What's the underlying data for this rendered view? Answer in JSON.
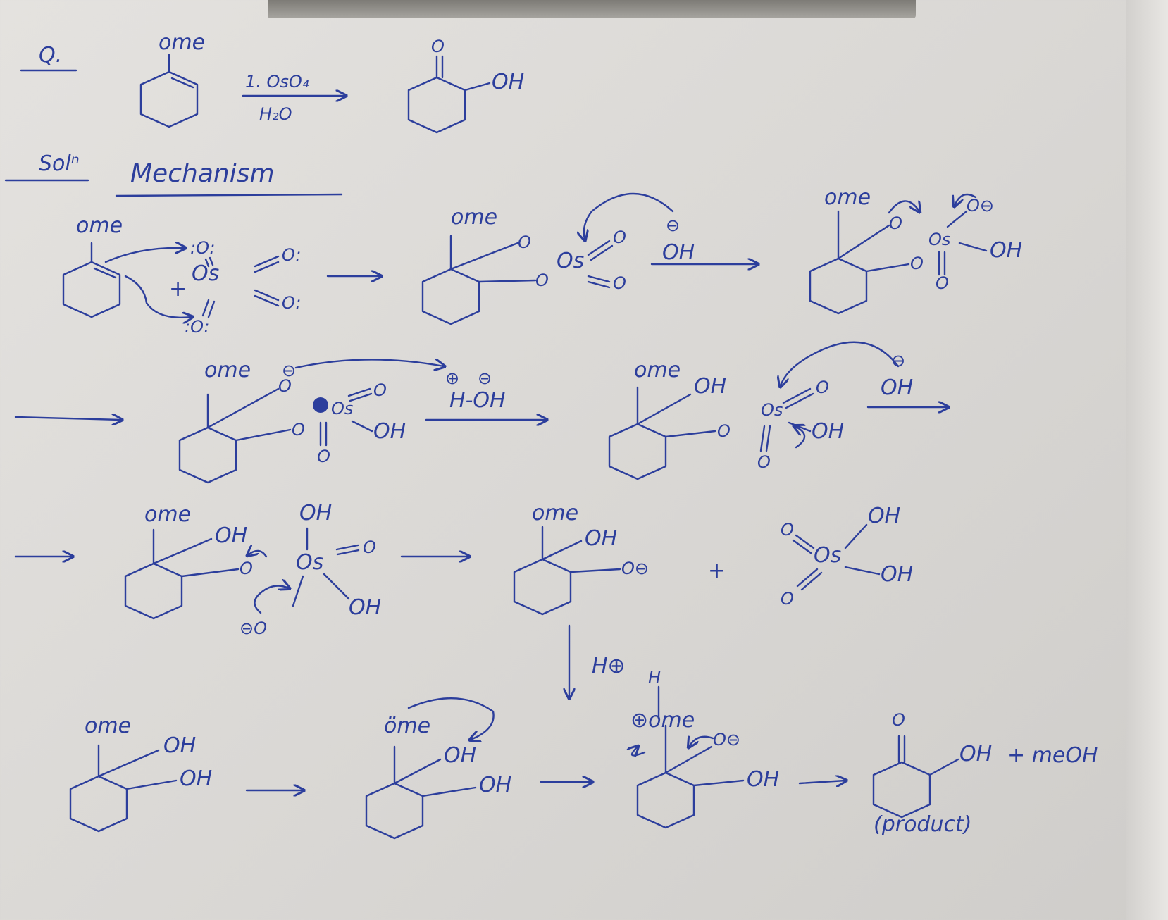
{
  "question_label": "Q.",
  "solution_label": "Solⁿ",
  "mechanism_title": "Mechanism",
  "product_caption": "(product)",
  "ink_color": "#2c3e9c",
  "reaction": {
    "substituent": "ome",
    "reagent_top": "1. OsO₄",
    "reagent_bottom": "H₂O",
    "product_oxo": "O",
    "product_oh": "OH"
  },
  "row1": {
    "s1_ome": "ome",
    "plus": "+",
    "os_center": "Os",
    "o_top": ":O:",
    "o_right_top": "O:",
    "o_right_bottom": "O:",
    "o_bottom": ":O:",
    "s2_ome": "ome",
    "s2_o_top": "O",
    "s2_o_bottom": "O",
    "s2_os": "Os",
    "s2_o_eq_top": "O",
    "s2_o_eq_bottom": "O",
    "s2_nucleophile": "⊖",
    "reagent_oh": "OH",
    "s3_ome": "ome",
    "s3_o_top": "O",
    "s3_o_bottom": "O",
    "s3_os": "Os",
    "s3_o_minus": "O⊖",
    "s3_oh": "OH",
    "s3_o_down": "O"
  },
  "row2": {
    "s1_ome": "ome",
    "s1_minus": "⊖",
    "s1_o_top": "O",
    "s1_o_bottom": "O",
    "s1_os": "Os",
    "s1_o_eq": "O",
    "s1_oh": "OH",
    "s1_o_down": "O",
    "water": "H-OH",
    "water_plus": "⊕",
    "water_minus": "⊖",
    "s2_ome": "ome",
    "s2_oh": "OH",
    "s2_o": "O",
    "s2_os": "Os",
    "s2_o_eq": "O",
    "s2_oh_right": "OH",
    "s2_o_down": "O",
    "s2_nucleophile": "⊖",
    "reagent_oh": "OH"
  },
  "row3": {
    "s1_ome": "ome",
    "s1_oh_top": "OH",
    "s1_oh": "OH",
    "s1_o": "O",
    "s1_os": "Os",
    "s1_o_eq": "O",
    "s1_oh_low": "OH",
    "s1_o_minus": "⊖O",
    "s2_ome": "ome",
    "s2_oh": "OH",
    "s2_o_minus": "O⊖",
    "plus": "+",
    "s3_os": "Os",
    "s3_oh_top": "OH",
    "s3_oh": "OH",
    "s3_o_top": "O",
    "s3_o_bottom": "O",
    "proton": "H⊕"
  },
  "row4": {
    "s1_ome": "ome",
    "s1_oh_top": "OH",
    "s1_oh": "OH",
    "s2_ome": "öme",
    "s2_oh_top": "OH",
    "s2_oh": "OH",
    "s3_h": "H",
    "s3_ome": "⊕ome",
    "s3_o_minus": "O⊖",
    "s3_oh": "OH",
    "s4_oxo": "O",
    "s4_oh": "OH",
    "byproduct": "+ meOH"
  }
}
